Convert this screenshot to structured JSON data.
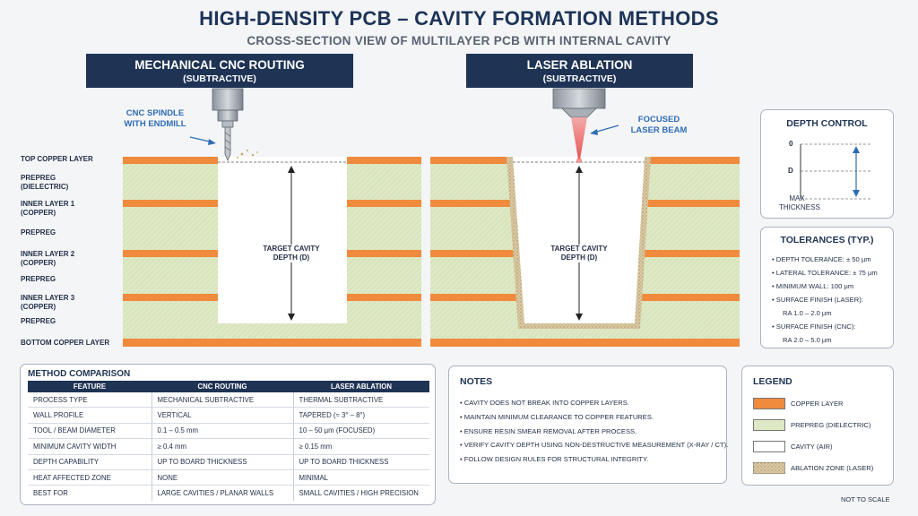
{
  "title": "HIGH-DENSITY PCB – CAVITY FORMATION METHODS",
  "subtitle": "CROSS-SECTION VIEW OF MULTILAYER PCB WITH INTERNAL CAVITY",
  "methods": {
    "cnc": {
      "title": "MECHANICAL CNC ROUTING",
      "subtitle": "(SUBTRACTIVE)",
      "tool_callout_1": "CNC SPINDLE",
      "tool_callout_2": "WITH ENDMILL",
      "depth_label_1": "TARGET CAVITY",
      "depth_label_2": "DEPTH (D)"
    },
    "laser": {
      "title": "LASER ABLATION",
      "subtitle": "(SUBTRACTIVE)",
      "tool_callout_1": "FOCUSED",
      "tool_callout_2": "LASER BEAM",
      "depth_label_1": "TARGET CAVITY",
      "depth_label_2": "DEPTH (D)"
    }
  },
  "layers": [
    {
      "line1": "TOP COPPER LAYER",
      "line2": ""
    },
    {
      "line1": "PREPREG",
      "line2": "(DIELECTRIC)"
    },
    {
      "line1": "INNER LAYER 1",
      "line2": "(COPPER)"
    },
    {
      "line1": "PREPREG",
      "line2": ""
    },
    {
      "line1": "INNER LAYER 2",
      "line2": "(COPPER)"
    },
    {
      "line1": "PREPREG",
      "line2": ""
    },
    {
      "line1": "INNER LAYER 3",
      "line2": "(COPPER)"
    },
    {
      "line1": "PREPREG",
      "line2": ""
    },
    {
      "line1": "BOTTOM COPPER LAYER",
      "line2": ""
    }
  ],
  "depth_control": {
    "title": "DEPTH CONTROL",
    "mark_0": "0",
    "mark_d": "D",
    "mark_max_1": "MAX",
    "mark_max_2": "THICKNESS"
  },
  "tolerances": {
    "title": "TOLERANCES (TYP.)",
    "items": [
      "DEPTH TOLERANCE: ± 50 µm",
      "LATERAL TOLERANCE: ± 75 µm",
      "MINIMUM WALL: 100 µm",
      "SURFACE FINISH (LASER):",
      "RA 1.0 – 2.0 µm",
      "SURFACE FINISH (CNC):",
      "RA 2.0 – 5.0 µm"
    ]
  },
  "comparison": {
    "title": "METHOD COMPARISON",
    "headers": [
      "FEATURE",
      "CNC ROUTING",
      "LASER ABLATION"
    ],
    "rows": [
      [
        "PROCESS TYPE",
        "MECHANICAL SUBTRACTIVE",
        "THERMAL SUBTRACTIVE"
      ],
      [
        "WALL PROFILE",
        "VERTICAL",
        "TAPERED (≈ 3° – 8°)"
      ],
      [
        "TOOL / BEAM DIAMETER",
        "0.1 – 0.5 mm",
        "10 – 50 µm (FOCUSED)"
      ],
      [
        "MINIMUM CAVITY WIDTH",
        "≥ 0.4 mm",
        "≥ 0.15 mm"
      ],
      [
        "DEPTH CAPABILITY",
        "UP TO BOARD THICKNESS",
        "UP TO BOARD THICKNESS"
      ],
      [
        "HEAT AFFECTED ZONE",
        "NONE",
        "MINIMAL"
      ],
      [
        "BEST FOR",
        "LARGE CAVITIES / PLANAR WALLS",
        "SMALL CAVITIES / HIGH PRECISION"
      ]
    ]
  },
  "notes": {
    "title": "NOTES",
    "items": [
      "CAVITY DOES NOT BREAK INTO COPPER LAYERS.",
      "MAINTAIN MINIMUM CLEARANCE TO COPPER FEATURES.",
      "ENSURE RESIN SMEAR REMOVAL AFTER PROCESS.",
      "VERIFY CAVITY DEPTH USING NON-DESTRUCTIVE MEASUREMENT (X-RAY / CT).",
      "FOLLOW DESIGN RULES FOR STRUCTURAL INTEGRITY."
    ]
  },
  "legend": {
    "title": "LEGEND",
    "items": [
      {
        "label": "COPPER LAYER",
        "color": "#f08a3c"
      },
      {
        "label": "PREPREG (DIELECTRIC)",
        "color": "#dde8c4"
      },
      {
        "label": "CAVITY (AIR)",
        "color": "#ffffff"
      },
      {
        "label": "ABLATION ZONE (LASER)",
        "color": "#d9c9a3"
      }
    ]
  },
  "footer": "NOT TO SCALE",
  "colors": {
    "navy": "#1f3354",
    "copper": "#f08a3c",
    "prepreg": "#dde8c4",
    "accent_blue": "#2e6cb3",
    "laser_red": "#e74c4c"
  }
}
